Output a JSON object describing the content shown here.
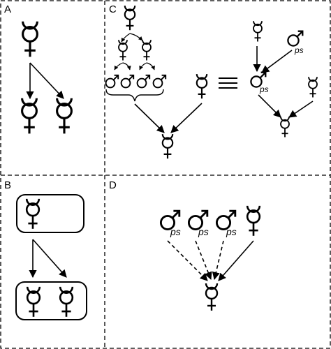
{
  "panels": {
    "a": {
      "label": "A"
    },
    "b": {
      "label": "B"
    },
    "c": {
      "label": "C"
    },
    "d": {
      "label": "D"
    }
  },
  "equivalence_sign": "≡",
  "ps_text": "ps",
  "colors": {
    "ink": "#000000",
    "background": "#ffffff"
  }
}
